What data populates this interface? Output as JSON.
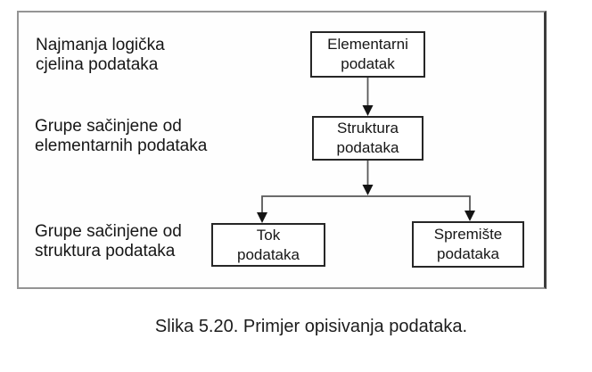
{
  "figure": {
    "row_labels": [
      {
        "text": "Najmanja logička\ncjelina podataka"
      },
      {
        "text": "Grupe sačinjene od\nelementarnih podataka"
      },
      {
        "text": "Grupe sačinjene od\nstruktura podataka"
      }
    ],
    "nodes": [
      {
        "id": "elementarni-podatak",
        "text": "Elementarni\npodatak"
      },
      {
        "id": "struktura-podataka",
        "text": "Struktura\npodataka"
      },
      {
        "id": "tok-podataka",
        "text": "Tok\npodataka"
      },
      {
        "id": "spremiste-podataka",
        "text": "Spremište\npodataka"
      }
    ],
    "edges": [
      {
        "from": "elementarni-podatak",
        "to": "struktura-podataka"
      },
      {
        "from": "struktura-podataka",
        "to": "tok-podataka"
      },
      {
        "from": "struktura-podataka",
        "to": "spremiste-podataka"
      }
    ],
    "colors": {
      "frame_border": "#949494",
      "frame_border_right": "#3c3c3c",
      "node_border": "#262626",
      "connector_line": "#585858",
      "arrowhead": "#141414",
      "text": "#161616",
      "background": "#ffffff"
    }
  },
  "caption": "Slika 5.20. Primjer opisivanja podataka."
}
